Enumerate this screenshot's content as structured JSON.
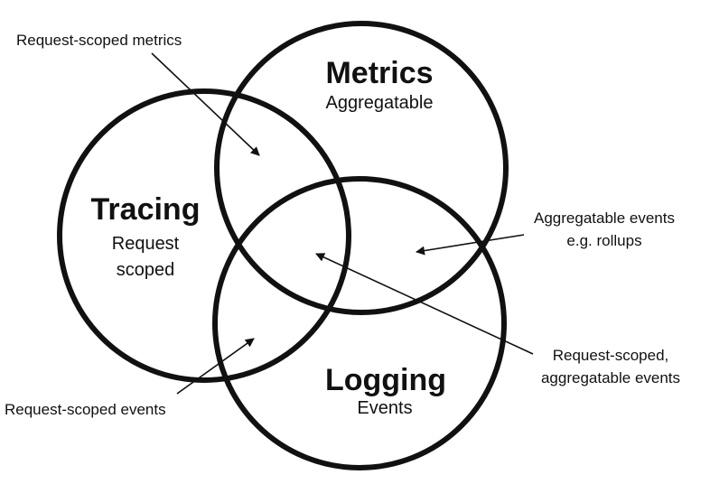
{
  "sets": {
    "metrics": {
      "title": "Metrics",
      "subtitle": "Aggregatable"
    },
    "tracing": {
      "title": "Tracing",
      "subtitle_line1": "Request",
      "subtitle_line2": "scoped"
    },
    "logging": {
      "title": "Logging",
      "subtitle": "Events"
    }
  },
  "annotations": {
    "request_scoped_metrics": "Request-scoped metrics",
    "aggregatable_events_line1": "Aggregatable events",
    "aggregatable_events_line2": "e.g. rollups",
    "request_scoped_aggregatable_line1": "Request-scoped,",
    "request_scoped_aggregatable_line2": "aggregatable events",
    "request_scoped_events": "Request-scoped events"
  },
  "colors": {
    "stroke": "#111111",
    "background": "#ffffff"
  }
}
